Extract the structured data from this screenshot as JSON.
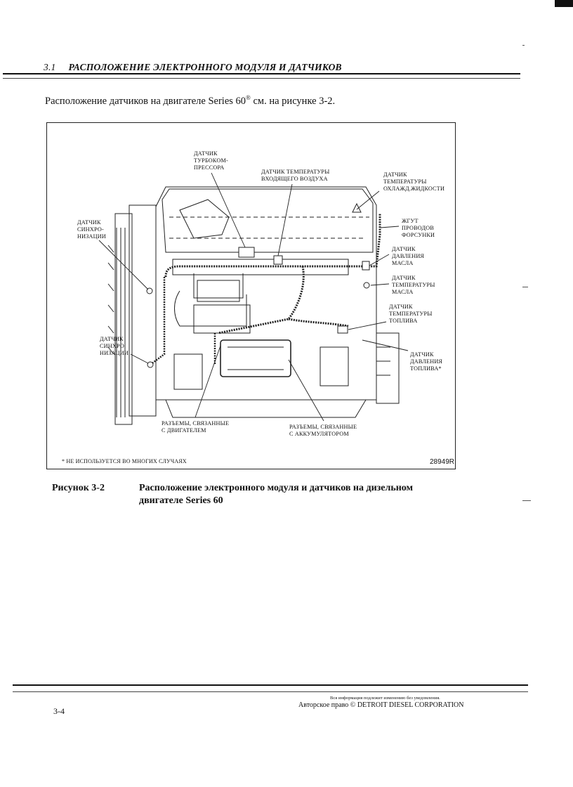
{
  "header": {
    "section_number": "3.1",
    "section_title": "РАСПОЛОЖЕНИЕ ЭЛЕКТРОННОГО МОДУЛЯ И ДАТЧИКОВ"
  },
  "intro": {
    "text": "Расположение датчиков на двигателе Series 60",
    "registered": "®",
    "text_tail": " см. на рисунке 3-2."
  },
  "figure": {
    "labels": {
      "turbo_sensor": [
        "ДАТЧИК",
        "ТУРБОКОМ-",
        "ПРЕССОРА"
      ],
      "intake_temp_sensor": [
        "ДАТЧИК ТЕМПЕРАТУРЫ",
        "ВХОДЯЩЕГО ВОЗДУХА"
      ],
      "coolant_temp_sensor": [
        "ДАТЧИК",
        "ТЕМПЕРАТУРЫ",
        "ОХЛАЖД.ЖИДКОСТИ"
      ],
      "sync_sensor_top": [
        "ДАТЧИК",
        "СИНХРО-",
        "НИЗАЦИИ"
      ],
      "injector_harness": [
        "ЖГУТ",
        "ПРОВОДОВ",
        "ФОРСУНКИ"
      ],
      "oil_pressure_sensor": [
        "ДАТЧИК",
        "ДАВЛЕНИЯ",
        "МАСЛА"
      ],
      "oil_temp_sensor": [
        "ДАТЧИК",
        "ТЕМПЕРАТУРЫ",
        "МАСЛА"
      ],
      "fuel_temp_sensor": [
        "ДАТЧИК",
        "ТЕМПЕРАТУРЫ",
        "ТОПЛИВА"
      ],
      "sync_sensor_bottom": [
        "ДАТЧИК",
        "СИНХРО",
        "НИЗАЦИИ"
      ],
      "fuel_pressure_sensor": [
        "ДАТЧИК",
        "ДАВЛЕНИЯ",
        "ТОПЛИВА*"
      ],
      "engine_connectors": [
        "РАЗЪЕМЫ, СВЯЗАННЫЕ",
        "С ДВИГАТЕЛЕМ"
      ],
      "battery_connectors": [
        "РАЗЪЕМЫ, СВЯЗАННЫЕ",
        "С АККУМУЛЯТОРОМ"
      ]
    },
    "footnote": "* НЕ ИСПОЛЬЗУЕТСЯ ВО МНОГИХ СЛУЧАЯХ",
    "figure_id": "28949R"
  },
  "caption": {
    "label": "Рисунок 3-2",
    "text": "Расположение электронного модуля и датчиков на дизельном двигателе Series 60"
  },
  "footer": {
    "note": "Вся информация подлежит изменению без уведомления.",
    "copyright": "Авторское право © DETROIT DIESEL CORPORATION",
    "page_number": "3-4"
  }
}
